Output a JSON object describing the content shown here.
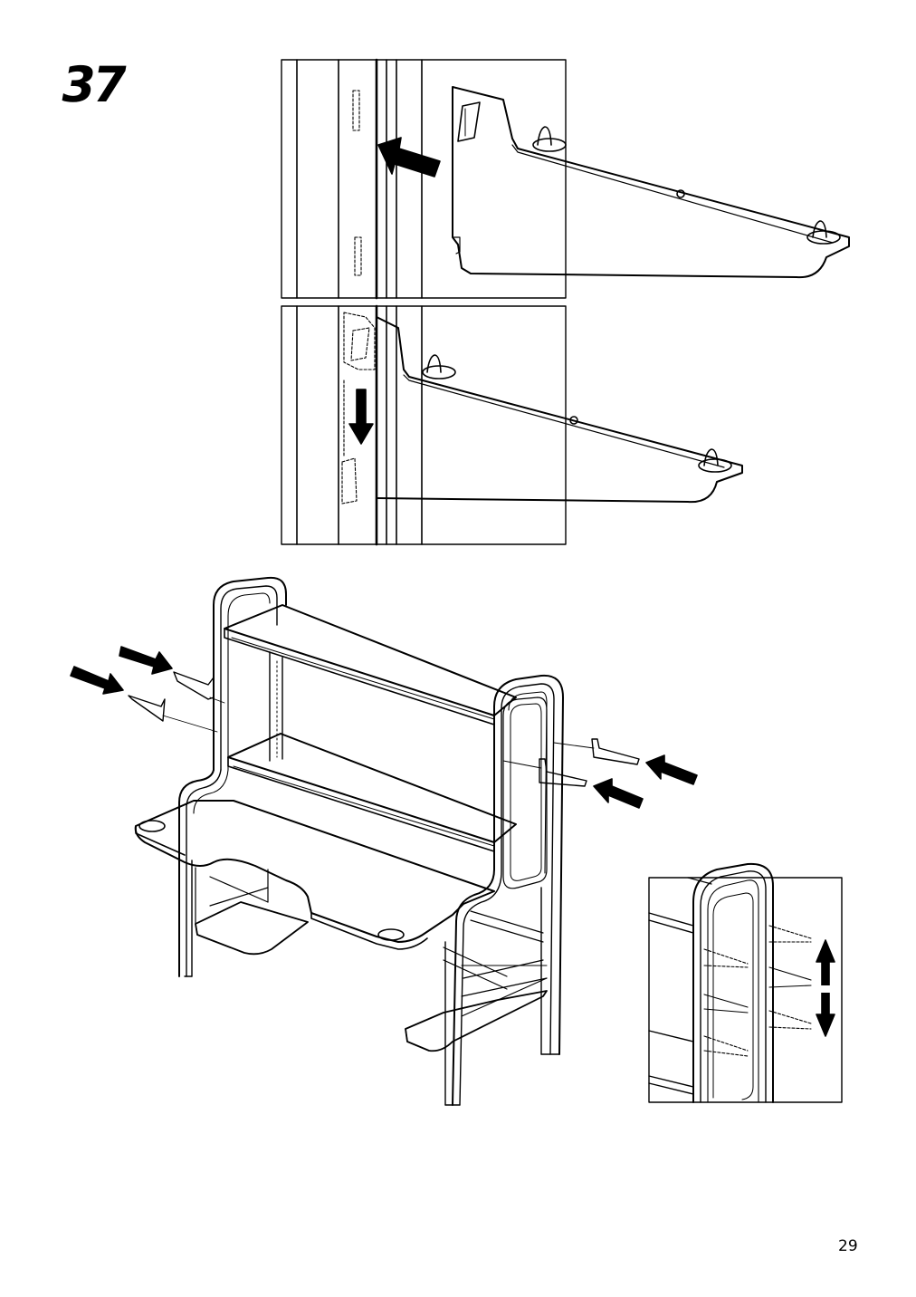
{
  "step": {
    "number": "37"
  },
  "footer": {
    "page_number": "29"
  },
  "colors": {
    "ink": "#000000",
    "paper": "#ffffff"
  },
  "illustrations": [
    {
      "name": "detail-bracket-insert",
      "icon": "arrow-left-icon"
    },
    {
      "name": "detail-bracket-slide-down",
      "icon": "arrow-down-icon"
    },
    {
      "name": "desk-overview",
      "icon": "arrow-right-icon"
    },
    {
      "name": "detail-adjustable-height",
      "icon": "arrow-up-down-icon"
    }
  ]
}
